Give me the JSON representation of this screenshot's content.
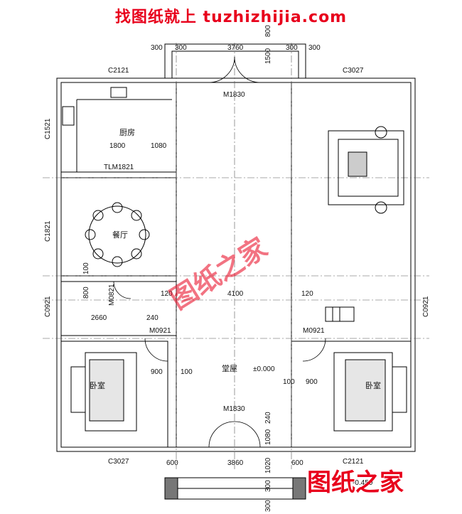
{
  "banner": "找图纸就上 tuzhizhijia.com",
  "watermark": "图纸之家",
  "rooms": {
    "kitchen": "厨房",
    "dining": "餐厅",
    "hall": "堂屋",
    "bedroom_left": "卧室",
    "bedroom_right": "卧室",
    "hall_level": "±0.000",
    "step_level": "-0.450"
  },
  "openings": {
    "c2121_top": "C2121",
    "c3027_top": "C3027",
    "m1830_top": "M1830",
    "c1521": "C1521",
    "c1821": "C1821",
    "c0921_left": "C0921",
    "c0921_right": "C0921",
    "tlm1821": "TLM1821",
    "m0821": "M0821",
    "m0921_left": "M0921",
    "m0921_right": "M0921",
    "m1830_bottom": "M1830",
    "c3027_bottom": "C3027",
    "c2121_bottom": "C2121"
  },
  "dims": {
    "top_300a": "300",
    "top_300b": "300",
    "top_3760": "3760",
    "top_300c": "300",
    "top_300d": "300",
    "top_1500": "1500",
    "top_800": "800",
    "k_1800": "1800",
    "k_1080": "1080",
    "d_100": "100",
    "b_800": "800",
    "b_2660": "2660",
    "b_240": "240",
    "h_120a": "120",
    "h_4100": "4100",
    "h_120b": "120",
    "l_900": "900",
    "l_100": "100",
    "r_100": "100",
    "r_900": "900",
    "m_240": "240",
    "m_1080": "1080",
    "bt_600a": "600",
    "bt_3860": "3860",
    "bt_600b": "600",
    "bt_1020": "1020",
    "bt_300a": "300",
    "bt_300b": "300"
  }
}
